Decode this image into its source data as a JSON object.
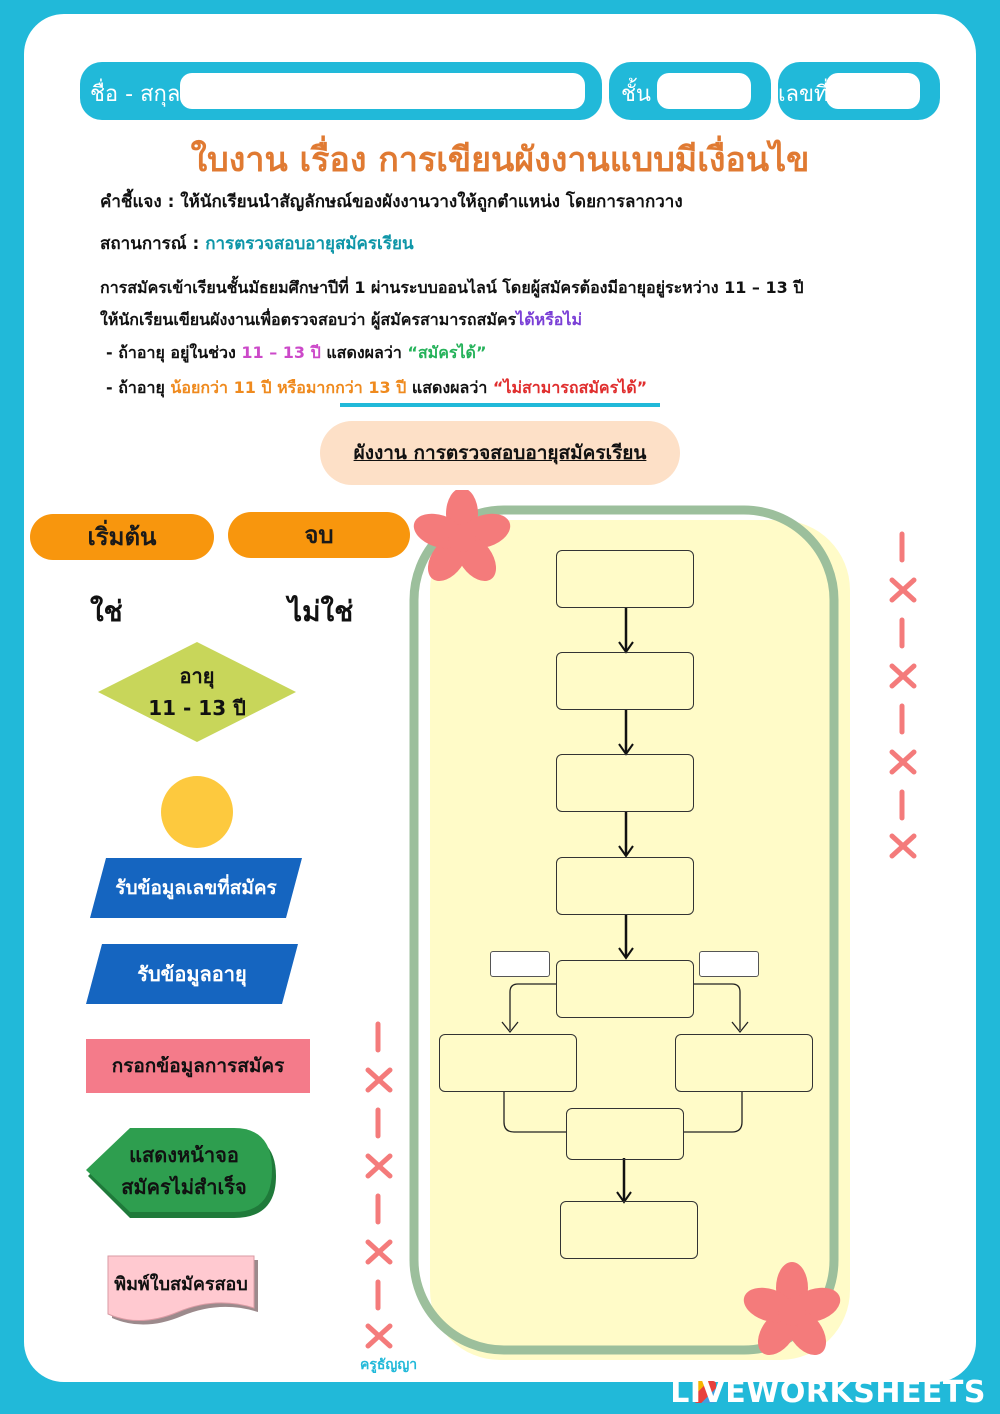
{
  "header": {
    "name_label": "ชื่อ - สกุล",
    "class_label": "ชั้น",
    "number_label": "เลขที่"
  },
  "title": "ใบงาน เรื่อง การเขียนผังงานแบบมีเงื่อนไข",
  "instruction": "คำชี้แจง : ให้นักเรียนนำสัญลักษณ์ของผังงานวางให้ถูกตำแหน่ง โดยการลากวาง",
  "situation": {
    "label": "สถานการณ์ :",
    "value": "การตรวจสอบอายุสมัครเรียน"
  },
  "paragraph": {
    "line1": "การสมัครเข้าเรียนชั้นมัธยมศึกษาปีที่ 1 ผ่านระบบออนไลน์  โดยผู้สมัครต้องมีอายุอยู่ระหว่าง 11 – 13 ปี",
    "line2_a": "ให้นักเรียนเขียนผังงานเพื่อตรวจสอบว่า ผู้สมัครสามารถสมัคร",
    "line2_b": "ได้หรือไม่",
    "rule1_a": "- ถ้าอายุ อยู่ในช่วง ",
    "rule1_b": "11 – 13 ปี",
    "rule1_c": " แสดงผลว่า ",
    "rule1_d": "“สมัครได้”",
    "rule2_a": "-  ถ้าอายุ ",
    "rule2_b": "น้อยกว่า 11 ปี หรือมากกว่า 13 ปี",
    "rule2_c": " แสดงผลว่า ",
    "rule2_d": "“ไม่สามารถสมัครได้”"
  },
  "flowchart_title": "ผังงาน การตรวจสอบอายุสมัครเรียน",
  "symbols": {
    "start": "เริ่มต้น",
    "end": "จบ",
    "yes": "ใช่",
    "no": "ไม่ใช่",
    "decision_line1": "อายุ",
    "decision_line2": "11 - 13 ปี",
    "input_id": "รับข้อมูลเลขที่สมัคร",
    "input_age": "รับข้อมูลอายุ",
    "process": "กรอกข้อมูลการสมัคร",
    "display_line1": "แสดงหน้าจอ",
    "display_line2": "สมัครไม่สำเร็จ",
    "document": "พิมพ์ใบสมัครสอบ"
  },
  "credit": "ครูธัญญา",
  "watermark": "LIVEWORKSHEETS",
  "colors": {
    "frame": "#21b9d9",
    "title": "#e07a32",
    "start_end": "#f8960d",
    "decision": "#c8d65a",
    "connector": "#fdc93e",
    "io": "#1565c0",
    "process": "#f47b8a",
    "display": "#2e9e4f",
    "document": "#ffc9d0",
    "board": "#fffbc8",
    "board_border": "#9cbf9c",
    "flower": "#f47b7b"
  }
}
